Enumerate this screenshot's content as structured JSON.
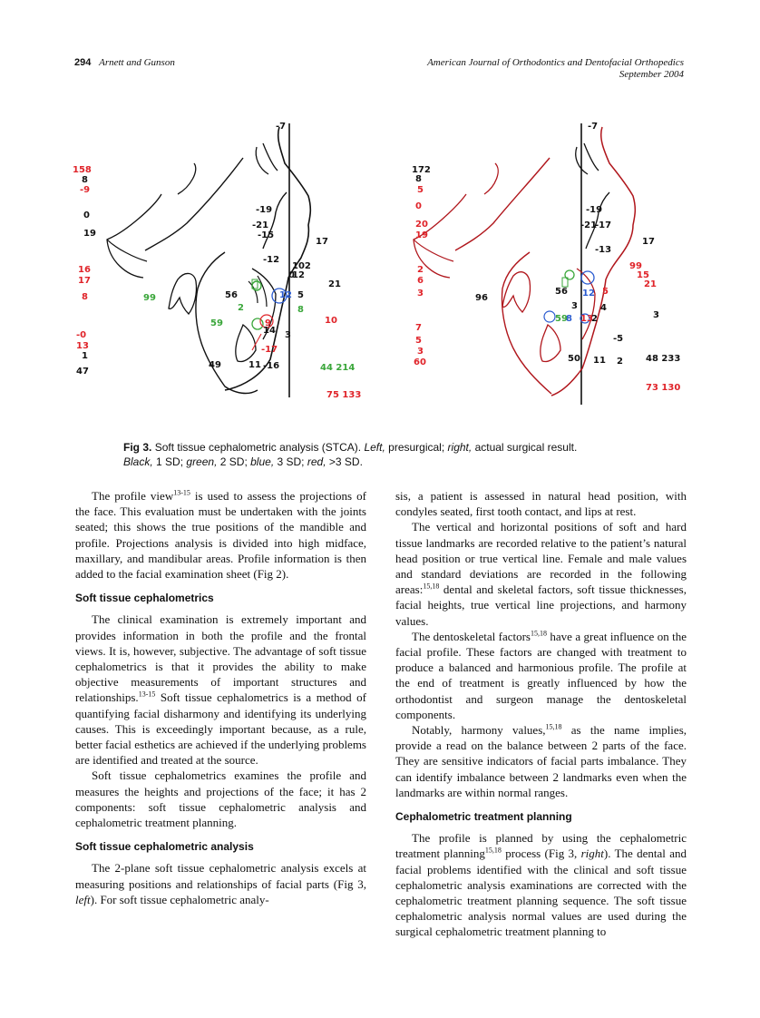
{
  "header": {
    "page_number": "294",
    "authors": "Arnett and Gunson",
    "journal": "American Journal of Orthodontics and Dentofacial Orthopedics",
    "issue": "September 2004"
  },
  "figure_left": {
    "values_left": [
      "158",
      "8",
      "-9",
      "0",
      "19",
      "16",
      "17",
      "8",
      "-0",
      "13",
      "1",
      "47"
    ],
    "top": "-7",
    "inner": [
      "-19",
      "-21",
      "-15",
      "17",
      "-12",
      "102",
      "0",
      "12",
      "21",
      "99",
      "56",
      "12",
      "5",
      "2",
      "8",
      "10",
      "59",
      "14",
      "9",
      "3",
      "-17",
      "49",
      "11",
      "-16"
    ],
    "bottom_values": [
      "44 214",
      "75 133"
    ]
  },
  "figure_right": {
    "values_left": [
      "172",
      "8",
      "5",
      "0",
      "20",
      "19",
      "2",
      "6",
      "3",
      "7",
      "5",
      "3",
      "60"
    ],
    "top": "-7",
    "inner": [
      "-19",
      "-21",
      "-17",
      "17",
      "-13",
      "99",
      "15",
      "21",
      "96",
      "56",
      "12",
      "5",
      "3",
      "4",
      "3",
      "59",
      "8",
      "13",
      "2",
      "50",
      "11",
      "2",
      "-5"
    ],
    "bottom_values": [
      "48 233",
      "73 130"
    ]
  },
  "caption": {
    "label": "Fig 3.",
    "text": "Soft tissue cephalometric analysis (STCA).",
    "left_label": "Left,",
    "left_text": "presurgical;",
    "right_label": "right,",
    "right_text": "actual surgical result.",
    "legend_black": "Black,",
    "legend_black_text": "1 SD;",
    "legend_green": "green,",
    "legend_green_text": "2 SD;",
    "legend_blue": "blue,",
    "legend_blue_text": "3 SD;",
    "legend_red": "red,",
    "legend_red_text": ">3 SD."
  },
  "left_column": {
    "p1a": "The profile view",
    "p1_sup": "13-15",
    "p1b": " is used to assess the projections of the face. This evaluation must be undertaken with the joints seated; this shows the true positions of the mandible and profile. Projections analysis is divided into high midface, maxillary, and mandibular areas. Profile information is then added to the facial examination sheet (Fig 2).",
    "h1": "Soft tissue cephalometrics",
    "p2a": "The clinical examination is extremely important and provides information in both the profile and the frontal views. It is, however, subjective. The advantage of soft tissue cephalometrics is that it provides the ability to make objective measurements of important structures and relationships.",
    "p2_sup": "13-15",
    "p2b": " Soft tissue cephalometrics is a method of quantifying facial disharmony and identifying its underlying causes. This is exceedingly important because, as a rule, better facial esthetics are achieved if the underlying problems are identified and treated at the source.",
    "p3": "Soft tissue cephalometrics examines the profile and measures the heights and projections of the face; it has 2 components: soft tissue cephalometric analysis and cephalometric treatment planning.",
    "h2": "Soft tissue cephalometric analysis",
    "p4a": "The 2-plane soft tissue cephalometric analysis excels at measuring positions and relationships of facial parts (Fig 3, ",
    "p4_italic": "left",
    "p4b": "). For soft tissue cephalometric analy-"
  },
  "right_column": {
    "p1": "sis, a patient is assessed in natural head position, with condyles seated, first tooth contact, and lips at rest.",
    "p2a": "The vertical and horizontal positions of soft and hard tissue landmarks are recorded relative to the patient’s natural head position or true vertical line. Female and male values and standard deviations are recorded in the following areas:",
    "p2_sup": "15,18",
    "p2b": " dental and skeletal factors, soft tissue thicknesses, facial heights, true vertical line projections, and harmony values.",
    "p3a": "The dentoskeletal factors",
    "p3_sup": "15,18",
    "p3b": " have a great influence on the facial profile. These factors are changed with treatment to produce a balanced and harmonious profile. The profile at the end of treatment is greatly influenced by how the orthodontist and surgeon manage the dentoskeletal components.",
    "p4a": "Notably, harmony values,",
    "p4_sup": "15,18",
    "p4b": " as the name implies, provide a read on the balance between 2 parts of the face. They are sensitive indicators of facial parts imbalance. They can identify imbalance between 2 landmarks even when the landmarks are within normal ranges.",
    "h1": "Cephalometric treatment planning",
    "p5a": "The profile is planned by using the cephalometric treatment planning",
    "p5_sup": "15,18",
    "p5b": " process (Fig 3, ",
    "p5_italic": "right",
    "p5c": "). The dental and facial problems identified with the clinical and soft tissue cephalometric analysis examinations are corrected with the cephalometric treatment planning sequence. The soft tissue cephalometric analysis normal values are used during the surgical cephalometric treatment planning to"
  },
  "colors": {
    "red": "#e0242a",
    "green": "#3aa63a",
    "blue": "#2a5bd0",
    "black": "#111111",
    "darkred": "#b0161c"
  }
}
